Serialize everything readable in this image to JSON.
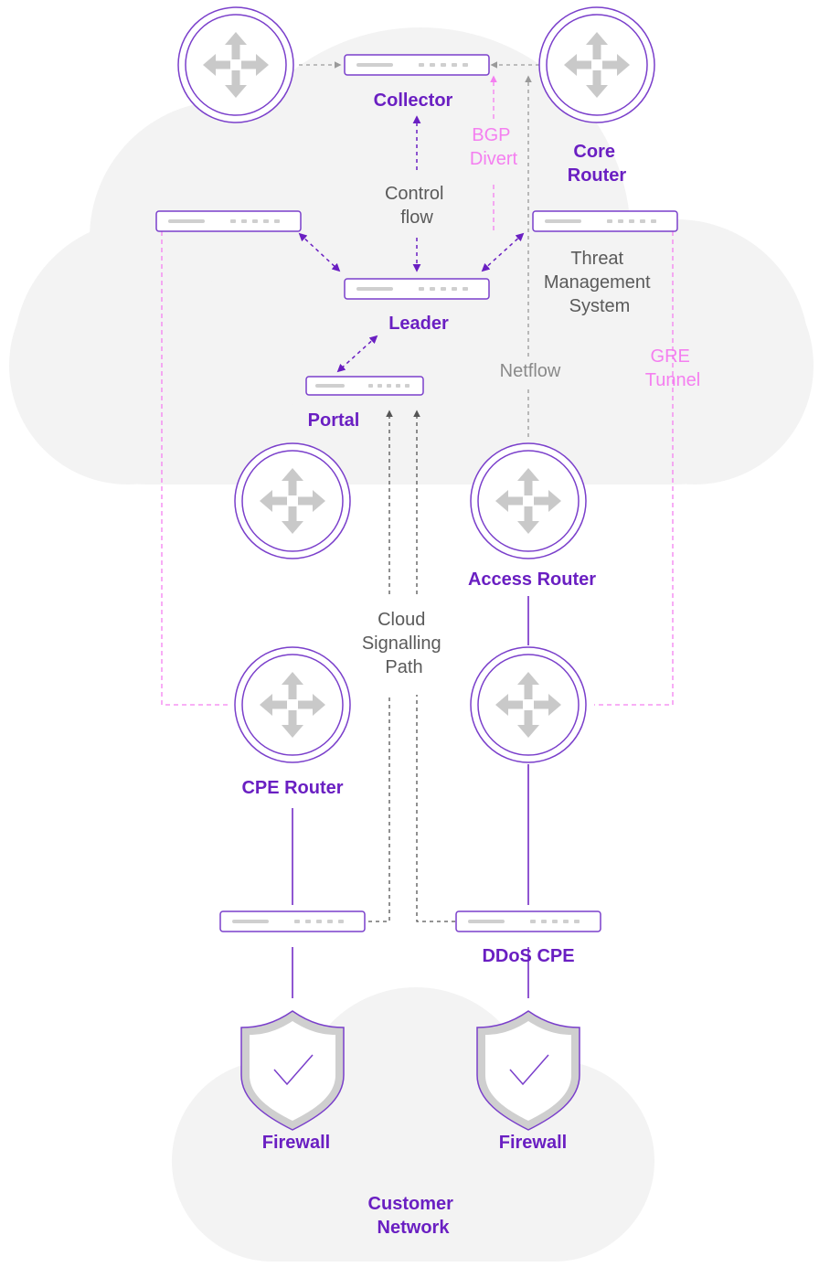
{
  "colors": {
    "purple": "#6a1fc2",
    "device_stroke": "#7a3fcb",
    "pink": "#f47ff0",
    "gray_arrow": "#9a9a9a",
    "dark_arrow": "#555555",
    "cloud": "#f3f3f3",
    "icon_gray": "#c9c9c9",
    "shield_fill": "#cfcfcf"
  },
  "nodes": {
    "collector": "Collector",
    "core_router": [
      "Core",
      "Router"
    ],
    "leader": "Leader",
    "portal": "Portal",
    "threat_management": [
      "Threat",
      "Management",
      "System"
    ],
    "access_router": "Access Router",
    "cpe_router": "CPE Router",
    "ddos_cpe": "DDoS CPE",
    "firewall_left": "Firewall",
    "firewall_right": "Firewall",
    "customer_network": [
      "Customer",
      "Network"
    ]
  },
  "edges": {
    "control_flow": [
      "Control",
      "flow"
    ],
    "bgp_divert": [
      "BGP",
      "Divert"
    ],
    "netflow": "Netflow",
    "gre_tunnel": [
      "GRE",
      "Tunnel"
    ],
    "cloud_signalling": [
      "Cloud",
      "Signalling",
      "Path"
    ]
  },
  "icons": {
    "router": "router-icon",
    "appliance": "appliance-icon",
    "firewall": "shield-check-icon"
  }
}
